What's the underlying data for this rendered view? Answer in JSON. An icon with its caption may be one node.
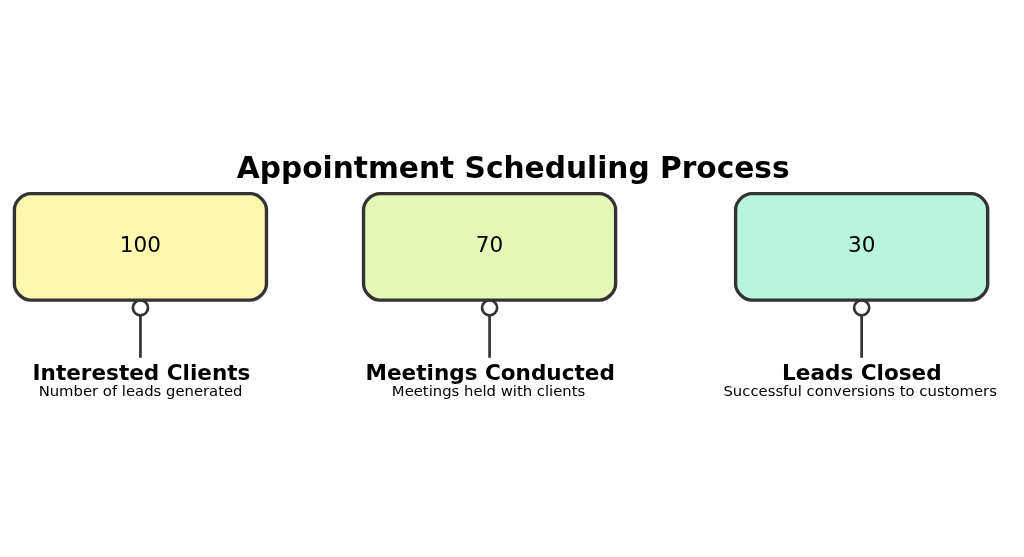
{
  "diagram": {
    "title": "Appointment Scheduling Process",
    "nodes": [
      {
        "text": [
          "100"
        ]
      },
      {
        "text": [
          "70"
        ]
      },
      {
        "text": [
          "30"
        ]
      },
      {
        "text": [
          "Interested Clients",
          "Number of leads generated"
        ]
      },
      {
        "text": [
          "Meetings Conducted",
          "Meetings held with clients"
        ]
      },
      {
        "text": [
          "Leads Closed",
          "Successful conversions to customers"
        ]
      }
    ],
    "edges": [
      {
        "from": 3,
        "to": 0,
        "arrow": "other"
      },
      {
        "from": 4,
        "to": 1,
        "arrow": "other"
      },
      {
        "from": 5,
        "to": 2,
        "arrow": "other"
      }
    ]
  }
}
